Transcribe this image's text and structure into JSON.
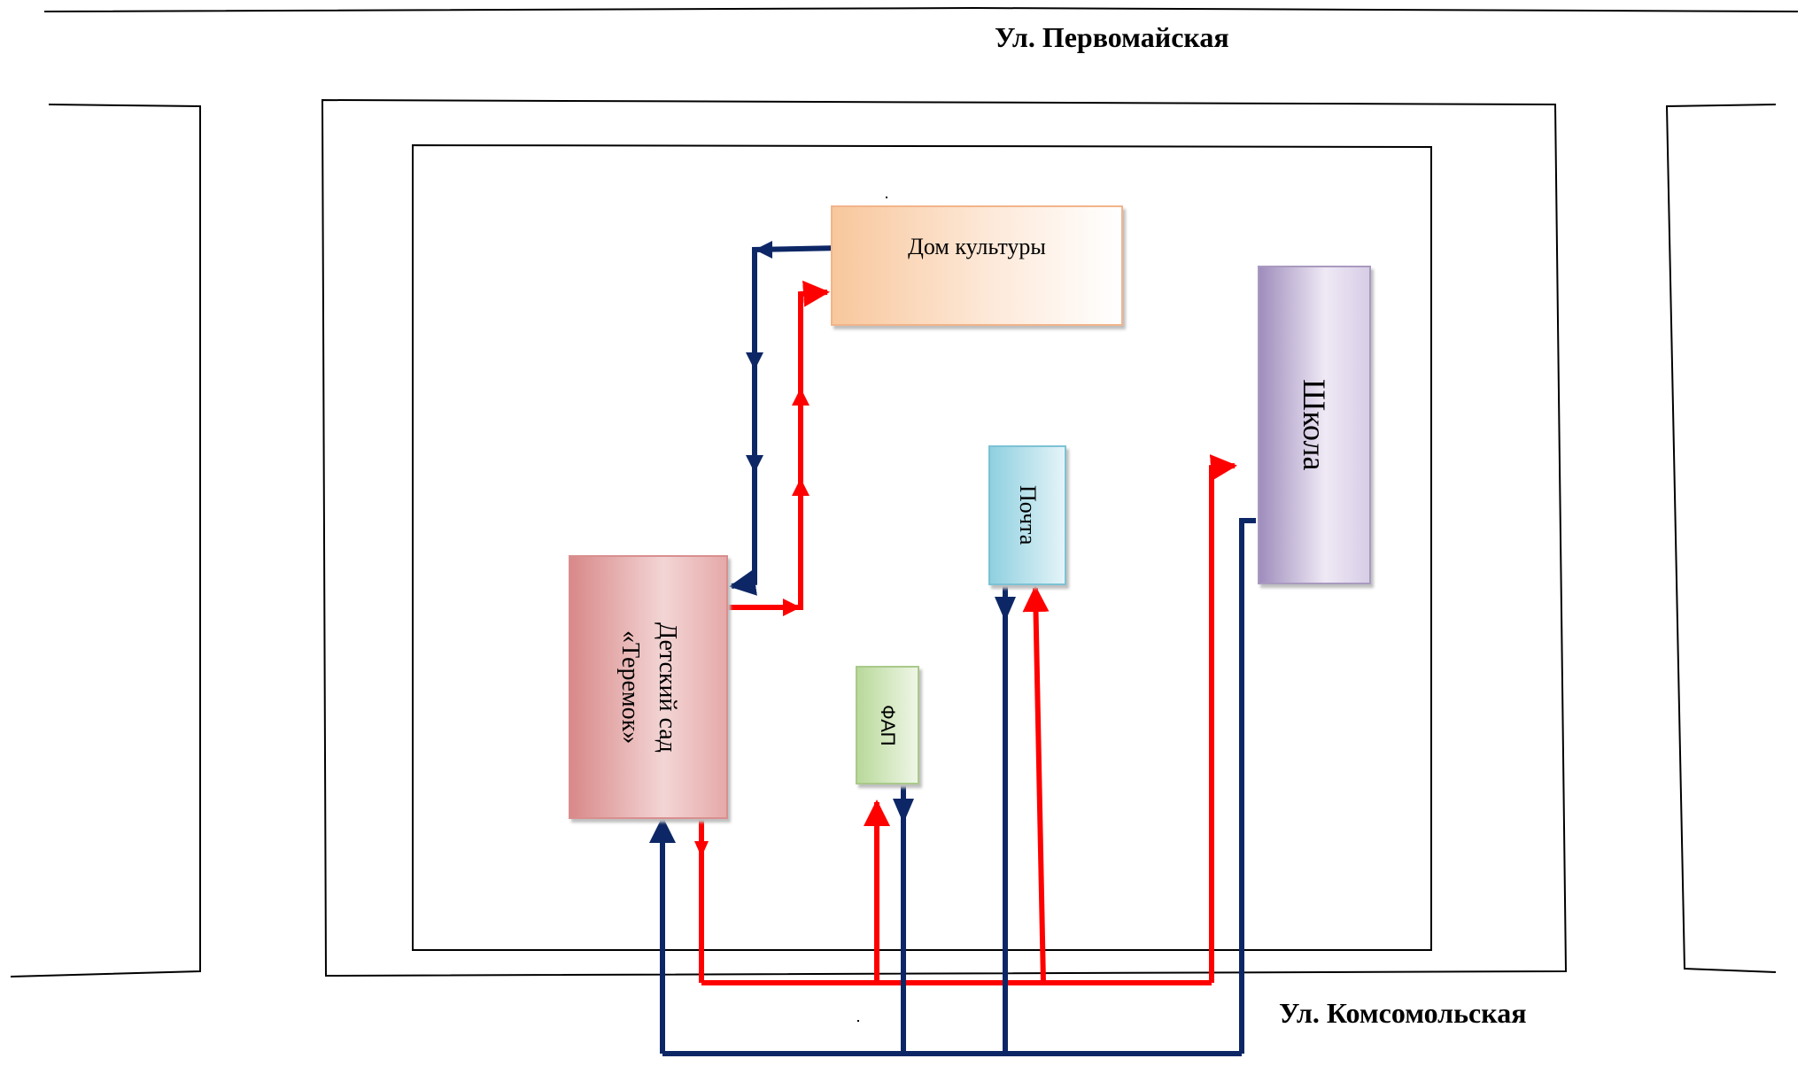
{
  "streets": {
    "top": "Ул. Первомайская",
    "bottom": "Ул. Комсомольская"
  },
  "buildings": {
    "dom_kultury": "Дом культуры",
    "shkola": "Школа",
    "pochta": "Почта",
    "detsky_sad_line1": "Детский сад",
    "detsky_sad_line2": "«Теремок»",
    "fap": "ФАП"
  },
  "colors": {
    "route_red": "#ff0000",
    "route_blue": "#0d2766",
    "line": "#000000"
  }
}
